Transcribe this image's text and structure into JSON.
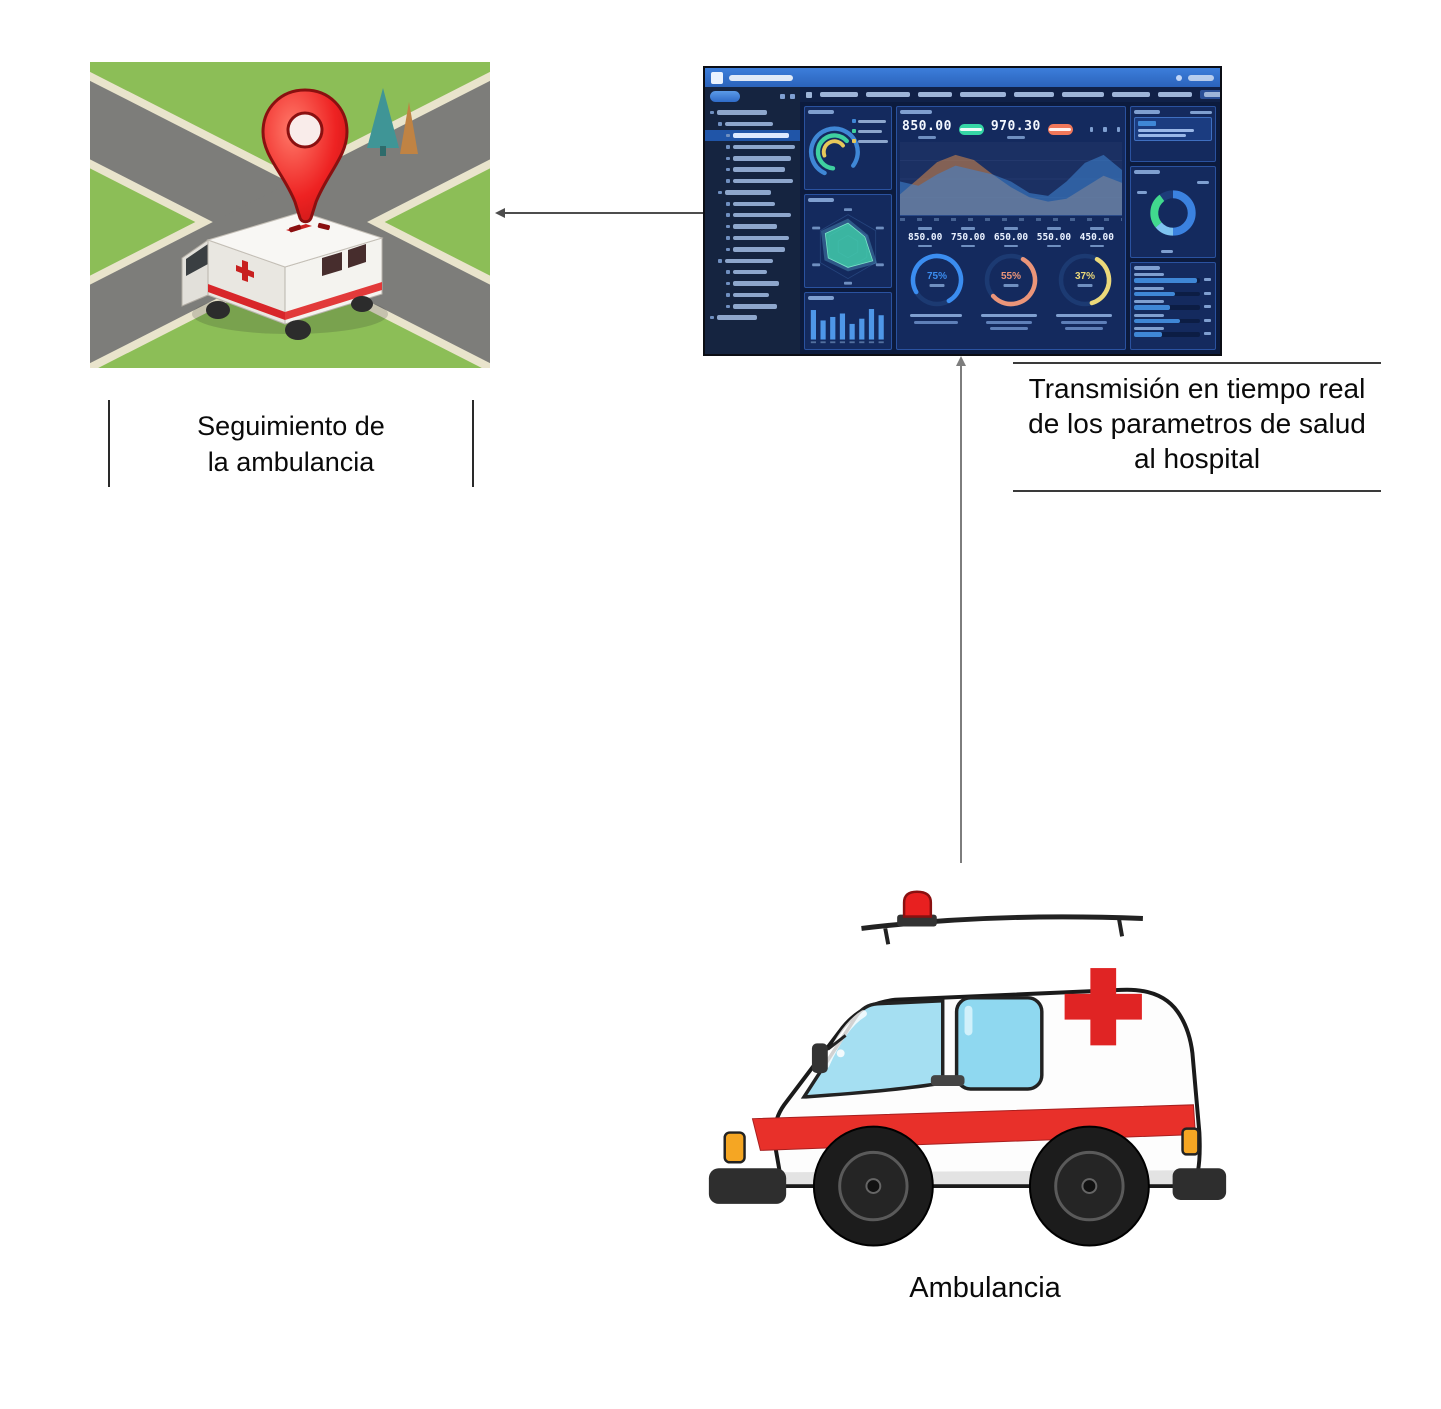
{
  "labels": {
    "map_caption": [
      "Seguimiento de",
      "la ambulancia"
    ],
    "dashboard_caption": [
      "Transmisión en tiempo real",
      "de los parametros de salud",
      "al hospital"
    ],
    "ambulance_caption": "Ambulancia"
  },
  "colors": {
    "badge_green": "#35d6a5",
    "badge_red": "#f0775a",
    "pin_red": "#e41f1f",
    "stripe_red": "#e8302a",
    "dashboard_accent": "#3f87d6"
  },
  "dashboard": {
    "top_stats": [
      {
        "value": "850.00",
        "badge": "#35d6a5"
      },
      {
        "value": "970.30",
        "badge": "#f0775a"
      }
    ],
    "mid_stats": [
      "850.00",
      "750.00",
      "650.00",
      "550.00",
      "450.00"
    ],
    "gauges": [
      {
        "value": "75%",
        "color": "#3b8df0",
        "rotate": 150
      },
      {
        "value": "55%",
        "color": "#eb9579",
        "rotate": -60
      },
      {
        "value": "37%",
        "color": "#ecd97a",
        "rotate": -60
      }
    ],
    "gauge_caps": [
      [
        52,
        44
      ],
      [
        56,
        46,
        38
      ],
      [
        56,
        46,
        38
      ]
    ],
    "area_series": [
      {
        "color": "#d98a4a",
        "values": [
          30,
          52,
          75,
          85,
          78,
          58,
          40,
          26,
          20,
          24,
          40,
          56,
          46
        ]
      },
      {
        "color": "#3f87d6",
        "values": [
          48,
          42,
          58,
          70,
          64,
          58,
          48,
          32,
          28,
          48,
          74,
          85,
          64
        ]
      }
    ],
    "bar_values": [
      85,
      55,
      65,
      75,
      45,
      60,
      88,
      70
    ],
    "radar_values": [
      70,
      58,
      85,
      62,
      68,
      78
    ],
    "arc_rings": [
      {
        "color": "#3f87d6",
        "r": 24,
        "pct": 78,
        "rot": 115,
        "sw": 4.5
      },
      {
        "color": "#3fd0a0",
        "r": 17,
        "pct": 62,
        "rot": 95,
        "sw": 4.5
      },
      {
        "color": "#e8c85a",
        "r": 11,
        "pct": 45,
        "rot": 160,
        "sw": 4
      }
    ],
    "donut_segments": [
      {
        "color": "#3b82e0",
        "pct": 50
      },
      {
        "color": "#7fc4f0",
        "pct": 14
      },
      {
        "color": "#41d98e",
        "pct": 26
      },
      {
        "color": "#1d3c7a",
        "pct": 10
      }
    ],
    "progress": [
      95,
      62,
      55,
      70,
      42
    ],
    "tabs": [
      38,
      44,
      34,
      46,
      40,
      42,
      38,
      34,
      44
    ],
    "sidebar_items": [
      {
        "ind": 0,
        "w": 50
      },
      {
        "ind": 1,
        "w": 48
      },
      {
        "ind": 2,
        "w": 56,
        "active": true
      },
      {
        "ind": 2,
        "w": 62
      },
      {
        "ind": 2,
        "w": 58
      },
      {
        "ind": 2,
        "w": 52
      },
      {
        "ind": 2,
        "w": 60
      },
      {
        "ind": 1,
        "w": 46
      },
      {
        "ind": 2,
        "w": 42
      },
      {
        "ind": 2,
        "w": 58
      },
      {
        "ind": 2,
        "w": 44
      },
      {
        "ind": 2,
        "w": 56
      },
      {
        "ind": 2,
        "w": 52
      },
      {
        "ind": 1,
        "w": 48
      },
      {
        "ind": 2,
        "w": 34
      },
      {
        "ind": 2,
        "w": 46
      },
      {
        "ind": 2,
        "w": 36
      },
      {
        "ind": 2,
        "w": 44
      },
      {
        "ind": 0,
        "w": 40
      }
    ]
  }
}
